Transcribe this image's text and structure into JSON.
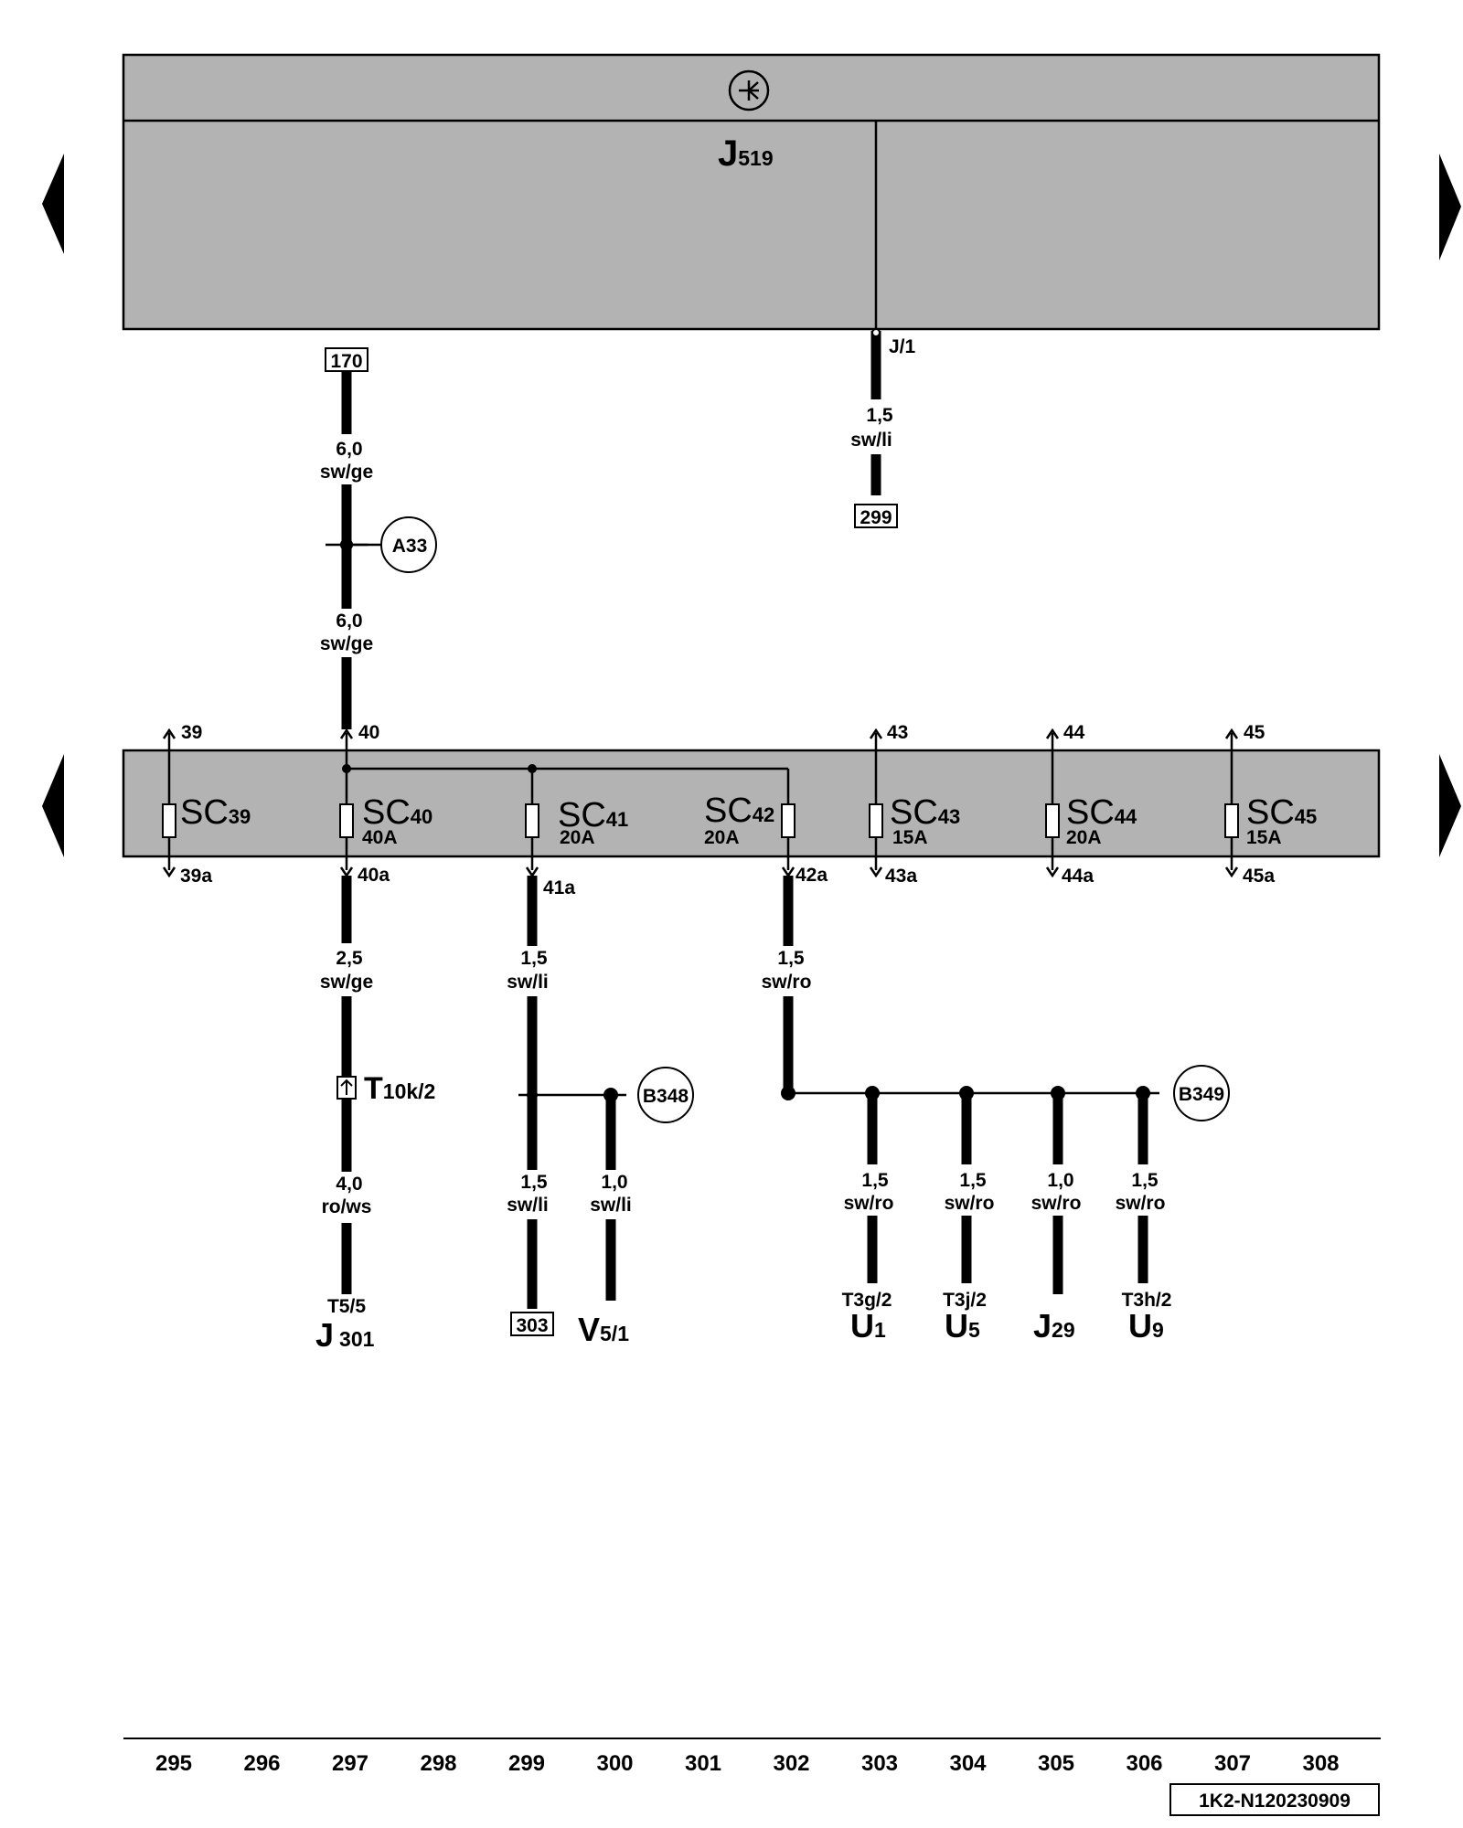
{
  "control_unit": {
    "name": "J",
    "sub": "519",
    "pin": "J/1"
  },
  "fuse_terminals": [
    "39",
    "40",
    "43",
    "44",
    "45"
  ],
  "fuses": [
    {
      "name": "SC",
      "num": "39",
      "rating": ""
    },
    {
      "name": "SC",
      "num": "40",
      "rating": "40A"
    },
    {
      "name": "SC",
      "num": "41",
      "rating": "20A"
    },
    {
      "name": "SC",
      "num": "42",
      "rating": "20A"
    },
    {
      "name": "SC",
      "num": "43",
      "rating": "15A"
    },
    {
      "name": "SC",
      "num": "44",
      "rating": "20A"
    },
    {
      "name": "SC",
      "num": "45",
      "rating": "15A"
    }
  ],
  "outputs": [
    "39a",
    "40a",
    "41a",
    "42a",
    "43a",
    "44a",
    "45a"
  ],
  "refs": [
    "170",
    "299",
    "303"
  ],
  "connections": [
    "A33",
    "B348",
    "B349"
  ],
  "wires": [
    {
      "size": "1,5",
      "color": "sw/li"
    },
    {
      "size": "6,0",
      "color": "sw/ge"
    },
    {
      "size": "6,0",
      "color": "sw/ge"
    },
    {
      "size": "2,5",
      "color": "sw/ge"
    },
    {
      "size": "4,0",
      "color": "ro/ws"
    },
    {
      "size": "1,5",
      "color": "sw/li"
    },
    {
      "size": "1,5",
      "color": "sw/li"
    },
    {
      "size": "1,0",
      "color": "sw/li"
    },
    {
      "size": "1,5",
      "color": "sw/ro"
    },
    {
      "size": "1,5",
      "color": "sw/ro"
    },
    {
      "size": "1,5",
      "color": "sw/ro"
    },
    {
      "size": "1,0",
      "color": "sw/ro"
    },
    {
      "size": "1,5",
      "color": "sw/ro"
    }
  ],
  "connector_T10k": {
    "name": "T",
    "sub": "10k/2"
  },
  "pins": [
    "T5/5",
    "T3g/2",
    "T3j/2",
    "T3h/2"
  ],
  "components": [
    {
      "name": "J",
      "sub": "301"
    },
    {
      "name": "V",
      "sub": "5/1"
    },
    {
      "name": "U",
      "sub": "1"
    },
    {
      "name": "U",
      "sub": "5"
    },
    {
      "name": "J",
      "sub": "29"
    },
    {
      "name": "U",
      "sub": "9"
    }
  ],
  "axis_numbers": [
    "295",
    "296",
    "297",
    "298",
    "299",
    "300",
    "301",
    "302",
    "303",
    "304",
    "305",
    "306",
    "307",
    "308"
  ],
  "drawing_code": "1K2-N120230909"
}
